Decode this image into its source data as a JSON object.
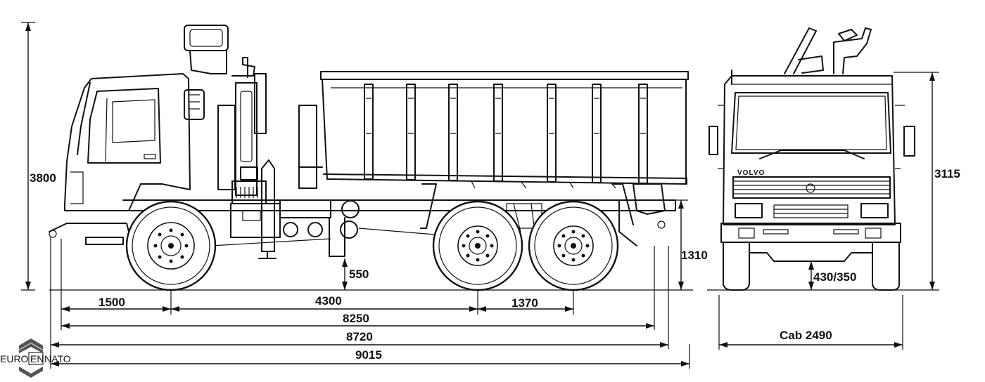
{
  "dimensions": {
    "total_height": "3800",
    "front_overhang": "1500",
    "wheelbase_front": "4300",
    "bogie_spacing": "1370",
    "length_8250": "8250",
    "length_8720": "8720",
    "overall_length": "9015",
    "ground_clearance": "550",
    "platform_height": "1310",
    "cab_height": "3115",
    "front_clearance": "430/350",
    "cab_width": "Cab 2490"
  },
  "brand_label": "VOLVO",
  "logo": {
    "left": "EURO",
    "mid": "EN",
    "right": "NATO"
  }
}
